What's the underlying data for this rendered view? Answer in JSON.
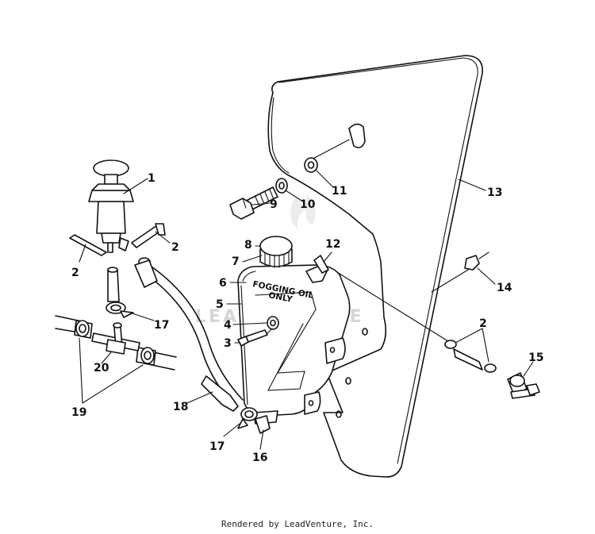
{
  "watermark": "LEADVENTURE",
  "tank_label": {
    "line1": "FOGGING OIL",
    "line2": "ONLY"
  },
  "footer": "Rendered by LeadVenture, Inc.",
  "callouts": {
    "c1": "1",
    "c2a": "2",
    "c2b": "2",
    "c2c": "2",
    "c3": "3",
    "c4": "4",
    "c5": "5",
    "c6": "6",
    "c7": "7",
    "c8": "8",
    "c9": "9",
    "c10": "10",
    "c11": "11",
    "c12": "12",
    "c13": "13",
    "c14": "14",
    "c15": "15",
    "c16": "16",
    "c17a": "17",
    "c17b": "17",
    "c18": "18",
    "c19": "19",
    "c20": "20"
  }
}
